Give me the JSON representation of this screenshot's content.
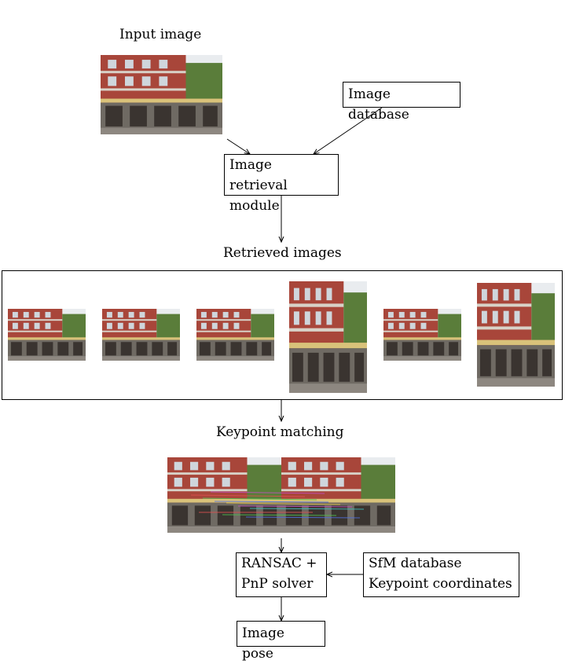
{
  "labels": {
    "input_image": "Input image",
    "image_database": "Image database",
    "image_retrieval_line1": "Image retrieval",
    "image_retrieval_line2": "module",
    "retrieved_images": "Retrieved images",
    "keypoint_matching": "Keypoint matching",
    "ransac_line1": "RANSAC +",
    "ransac_line2": "PnP solver",
    "sfm_line1": "SfM database",
    "sfm_line2": "Keypoint coordinates",
    "image_pose": "Image pose"
  },
  "colors": {
    "brick": "#a8463a",
    "sky": "#e9ecef",
    "tree": "#5a7d3a",
    "window": "#cfd6dc",
    "shop": "#3a3430",
    "sign": "#d9c27a",
    "match_lines": [
      "#e05050",
      "#50c050",
      "#5070e0",
      "#e0c040",
      "#c050c0",
      "#40c0c0"
    ]
  }
}
